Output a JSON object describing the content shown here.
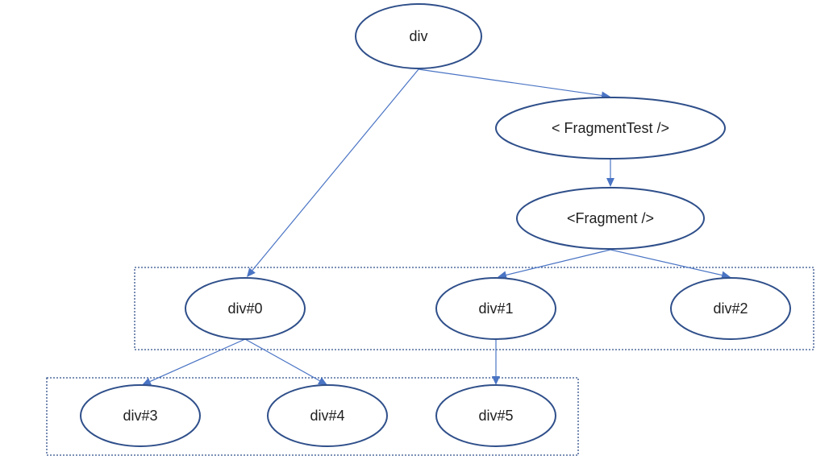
{
  "nodes": [
    {
      "id": "div",
      "label": "div"
    },
    {
      "id": "fragment-test",
      "label": "< FragmentTest />"
    },
    {
      "id": "fragment",
      "label": "<Fragment />"
    },
    {
      "id": "div0",
      "label": "div#0"
    },
    {
      "id": "div1",
      "label": "div#1"
    },
    {
      "id": "div2",
      "label": "div#2"
    },
    {
      "id": "div3",
      "label": "div#3"
    },
    {
      "id": "div4",
      "label": "div#4"
    },
    {
      "id": "div5",
      "label": "div#5"
    }
  ],
  "edges": [
    {
      "from": "div",
      "to": "fragment-test"
    },
    {
      "from": "div",
      "to": "div0"
    },
    {
      "from": "fragment-test",
      "to": "fragment"
    },
    {
      "from": "fragment",
      "to": "div1"
    },
    {
      "from": "fragment",
      "to": "div2"
    },
    {
      "from": "div0",
      "to": "div3"
    },
    {
      "from": "div0",
      "to": "div4"
    },
    {
      "from": "div1",
      "to": "div5"
    }
  ],
  "groups": [
    {
      "id": "row-1",
      "members": [
        "div0",
        "div1",
        "div2"
      ]
    },
    {
      "id": "row-2",
      "members": [
        "div3",
        "div4",
        "div5"
      ]
    }
  ],
  "colors": {
    "node_stroke": "#2f4f8a",
    "edge": "#4a74c4",
    "group_border": "#2f4f8a"
  }
}
